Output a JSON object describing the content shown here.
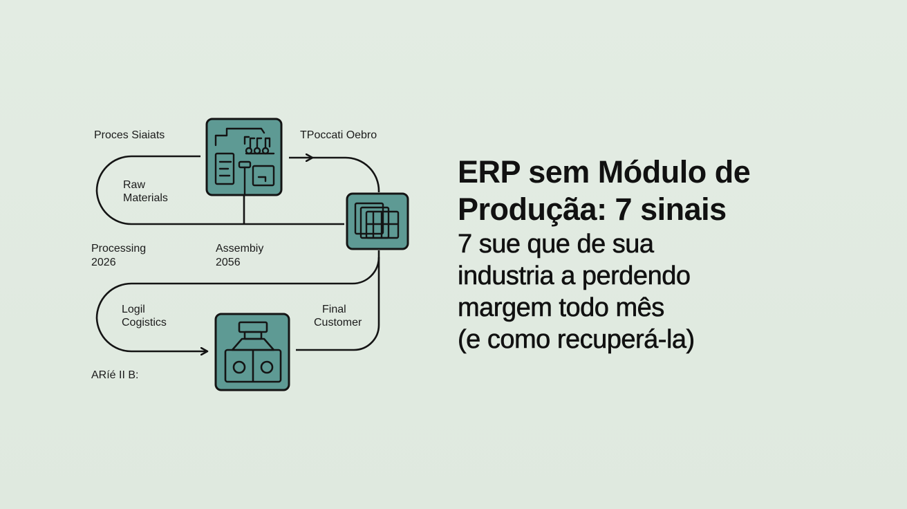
{
  "diagram": {
    "labels": {
      "process_status": "Proces Siaiats",
      "tpoccati_oebro": "TPoccati Oebro",
      "raw_materials_1": "Raw",
      "raw_materials_2": "Materials",
      "processing_1": "Processing",
      "processing_2": "2026",
      "assembly_1": "Assembiy",
      "assembly_2": "2056",
      "logil_1": "Logil",
      "logil_2": "Cogistics",
      "final_1": "Final",
      "final_2": "Customer",
      "arie": "ARíé II B:"
    },
    "nodes": [
      {
        "id": "machinery",
        "icon": "machinery-icon"
      },
      {
        "id": "module",
        "icon": "module-blocks-icon"
      },
      {
        "id": "factory",
        "icon": "factory-icon"
      }
    ],
    "colors": {
      "node_fill": "#5e9a94",
      "stroke": "#141414",
      "background": "#e1ebe1"
    }
  },
  "headline": {
    "line1": "ERP sem Módulo de",
    "line2": "Produçãa: 7 sinais",
    "line3": "7 sue que de sua",
    "line4": "industria a perdendo",
    "line5": "margem todo mês",
    "line6": "(e como recuperá-la)"
  }
}
